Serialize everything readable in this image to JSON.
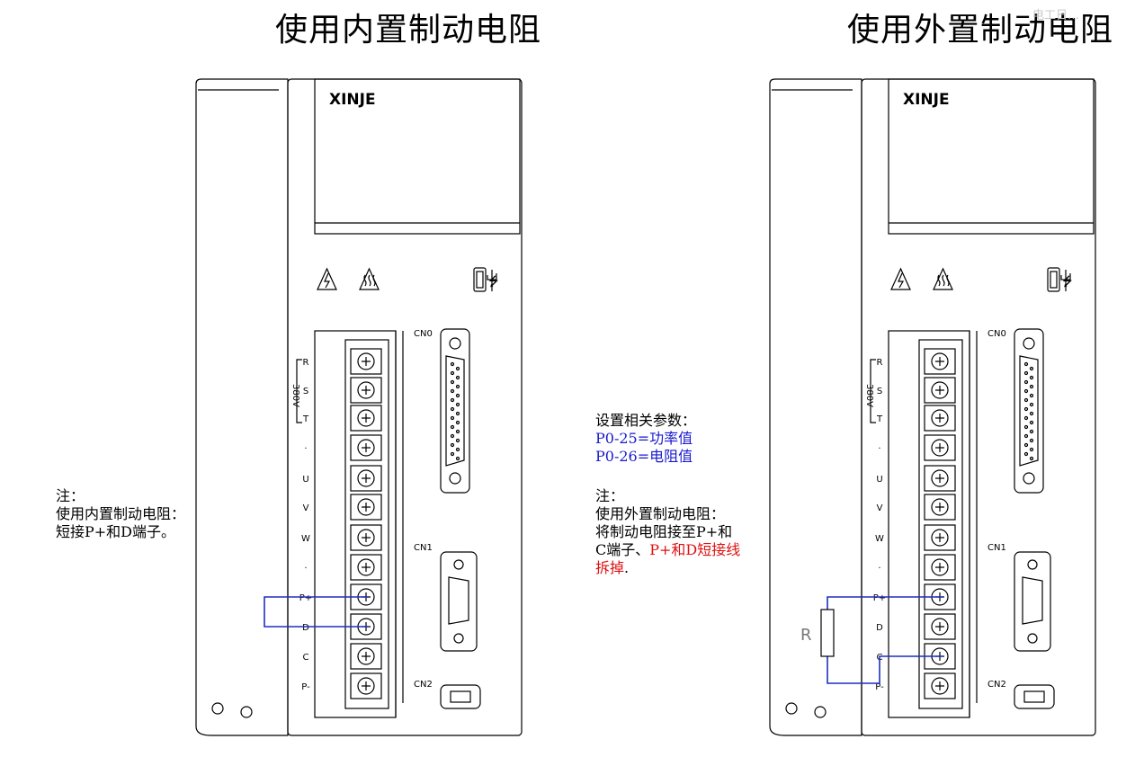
{
  "titles": {
    "left": "使用内置制动电阻",
    "right": "使用外置制动电阻"
  },
  "watermark": "电工日…",
  "drive": {
    "brand": "XINJE",
    "voltage_label": "380V",
    "ports": [
      "CN0",
      "CN1",
      "CN2"
    ],
    "terminals": [
      "R",
      "S",
      "T",
      "·",
      "U",
      "V",
      "W",
      "·",
      "P+",
      "D",
      "C",
      "P-"
    ]
  },
  "resistor_label": "R",
  "wire_color": "#1f2fbf",
  "notes_left": {
    "heading": "注：",
    "line1": "使用内置制动电阻：",
    "line2": "短接P+和D端子。"
  },
  "params": {
    "heading": "设置相关参数：",
    "p025": "P0-25=功率值",
    "p026": "P0-26=电阻值"
  },
  "notes_right": {
    "heading": "注：",
    "line1": "使用外置制动电阻：",
    "line2": "将制动电阻接至P+和",
    "line3_black": "C端子、",
    "line3_red": "P+和D短接线",
    "line4_red": "拆掉",
    "line4_end": "."
  }
}
